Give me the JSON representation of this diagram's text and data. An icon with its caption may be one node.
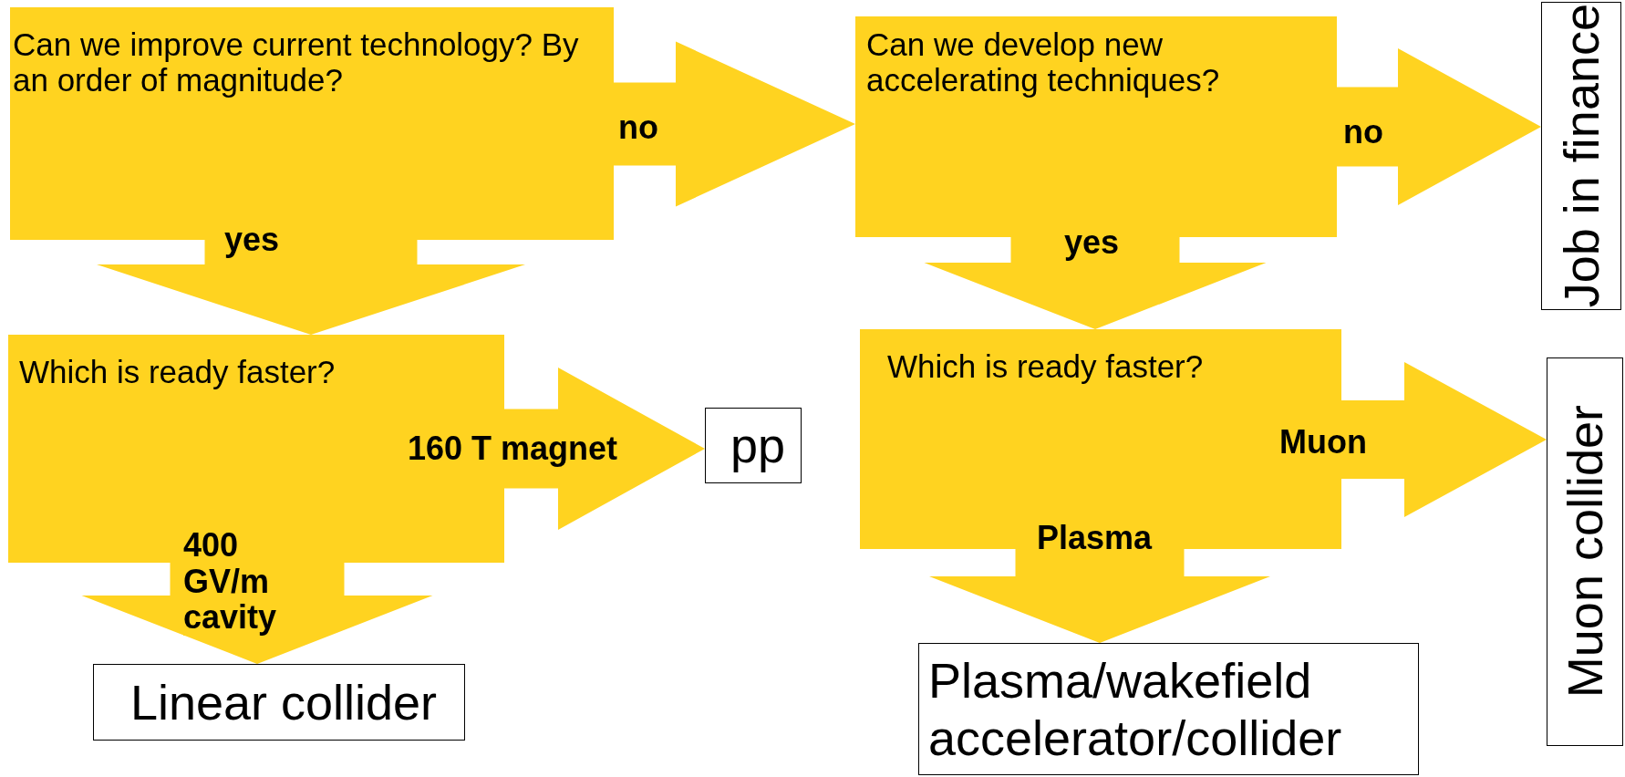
{
  "diagram": {
    "nodes": [
      {
        "text": [
          "Can we improve current technology? By an order of magnitude?"
        ]
      },
      {
        "text": [
          "Can we develop new accelerating techniques?"
        ]
      },
      {
        "text": [
          "Job in finance"
        ]
      },
      {
        "text": [
          "Which is ready faster?"
        ]
      },
      {
        "text": [
          "pp"
        ]
      },
      {
        "text": [
          "Which is ready faster?"
        ]
      },
      {
        "text": [
          "Muon collider"
        ]
      },
      {
        "text": [
          "Linear collider"
        ]
      },
      {
        "text": [
          "Plasma/wakefield accelerator/collider"
        ]
      }
    ],
    "edges": [
      {
        "from": 0,
        "to": 1,
        "arrow": "to",
        "label": "no"
      },
      {
        "from": 0,
        "to": 3,
        "arrow": "to",
        "label": "yes"
      },
      {
        "from": 1,
        "to": 2,
        "arrow": "to",
        "label": "no"
      },
      {
        "from": 1,
        "to": 5,
        "arrow": "to",
        "label": "yes"
      },
      {
        "from": 3,
        "to": 4,
        "arrow": "to",
        "label": "160 T magnet"
      },
      {
        "from": 3,
        "to": 7,
        "arrow": "to",
        "label": "400 GV/m cavity"
      },
      {
        "from": 5,
        "to": 6,
        "arrow": "to",
        "label": "Muon"
      },
      {
        "from": 5,
        "to": 8,
        "arrow": "to",
        "label": "Plasma"
      }
    ]
  }
}
